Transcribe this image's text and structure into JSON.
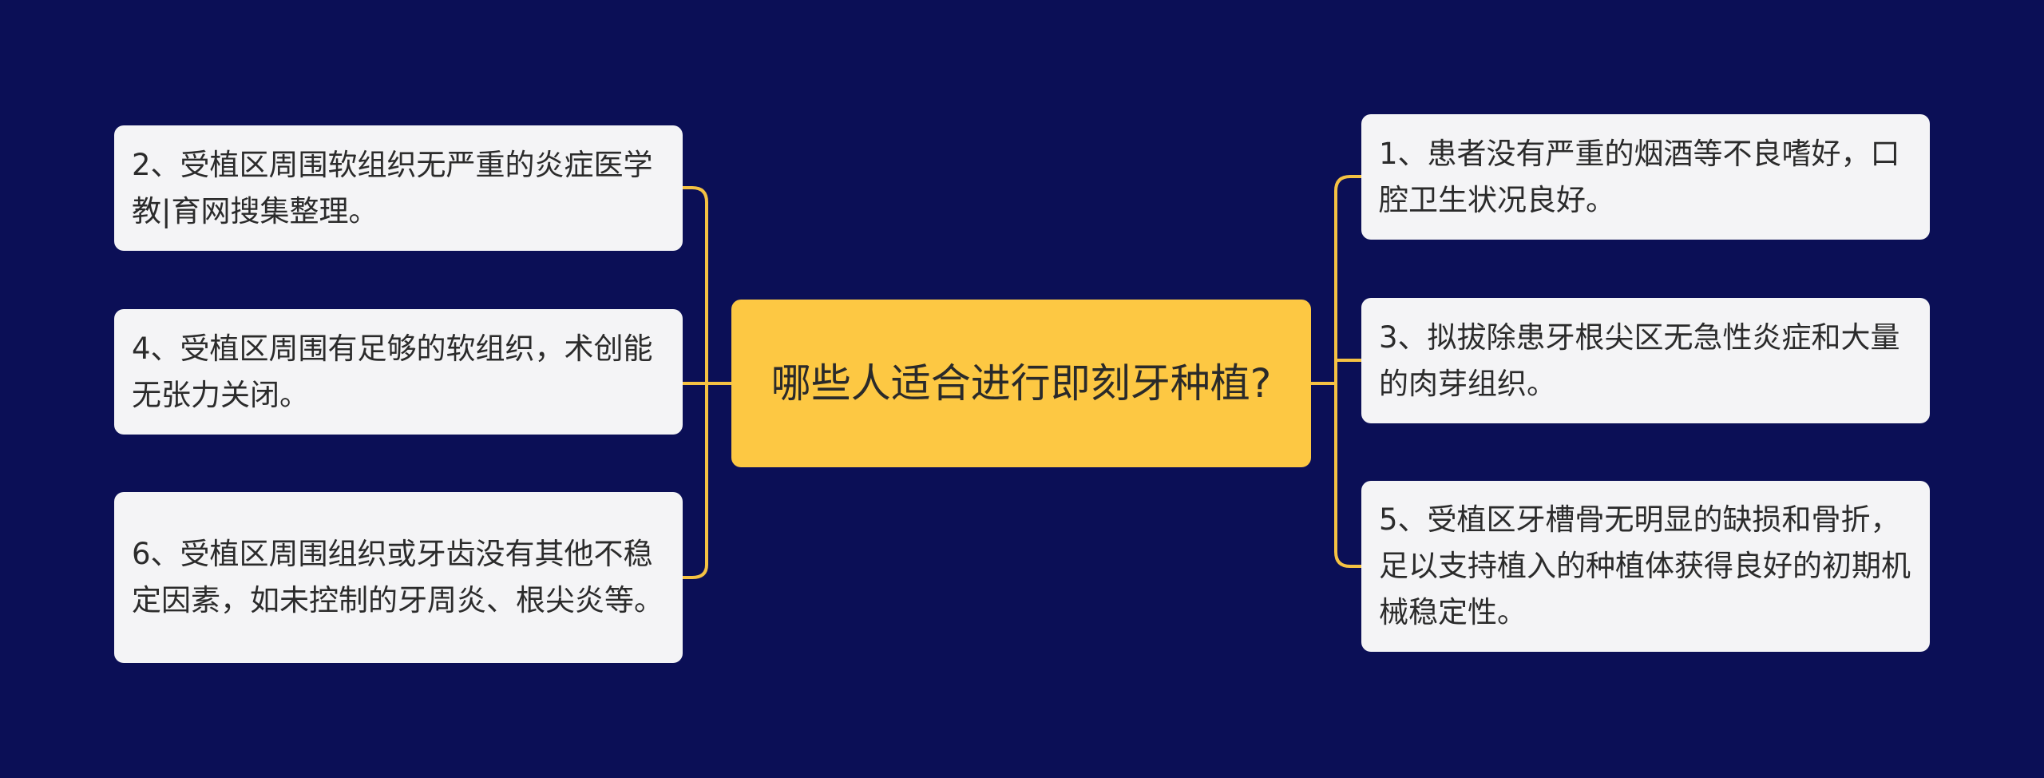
{
  "center": {
    "label": "哪些人适合进行即刻牙种植?"
  },
  "left_nodes": [
    {
      "text": "2、受植区周围软组织无严重的炎症医学教|育网搜集整理。"
    },
    {
      "text": "4、受植区周围有足够的软组织，术创能无张力关闭。"
    },
    {
      "text": "6、受植区周围组织或牙齿没有其他不稳定因素，如未控制的牙周炎、根尖炎等。"
    }
  ],
  "right_nodes": [
    {
      "text": "1、患者没有严重的烟酒等不良嗜好，口腔卫生状况良好。"
    },
    {
      "text": "3、拟拔除患牙根尖区无急性炎症和大量的肉芽组织。"
    },
    {
      "text": "5、受植区牙槽骨无明显的缺损和骨折，足以支持植入的种植体获得良好的初期机械稳定性。"
    }
  ],
  "colors": {
    "background": "#0b0f56",
    "center_fill": "#fdc843",
    "node_fill": "#f4f4f6",
    "connector": "#f5c243"
  }
}
